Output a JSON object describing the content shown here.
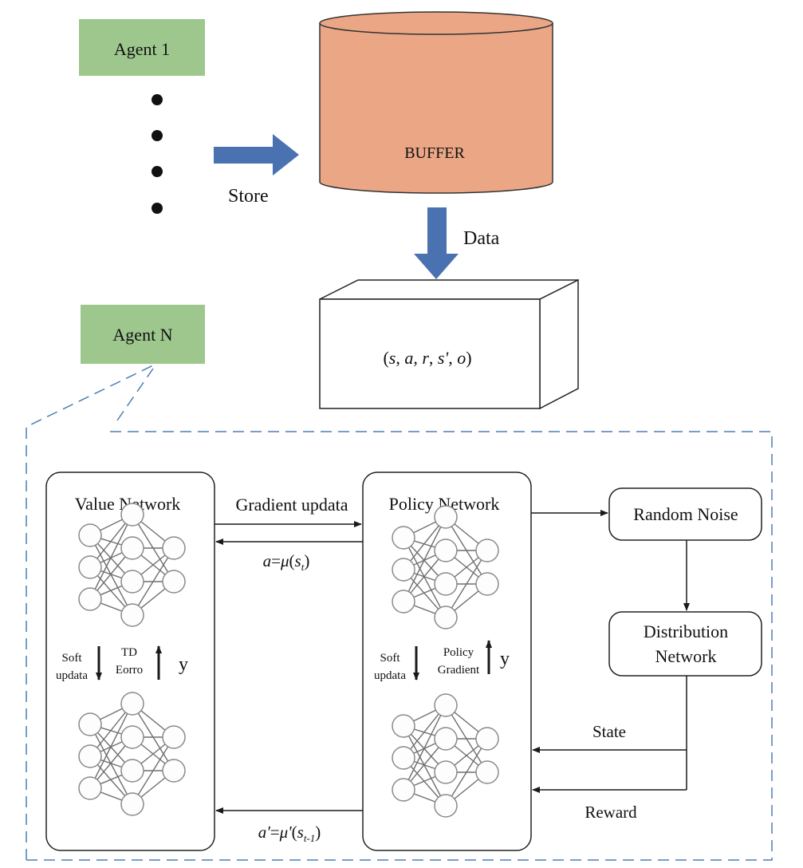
{
  "agents": {
    "first": "Agent 1",
    "last": "Agent N"
  },
  "store_label": "Store",
  "buffer_label": "BUFFER",
  "data_label": "Data",
  "tuple": {
    "open": "(",
    "s": "s",
    "c1": ", ",
    "a": "a",
    "c2": ", ",
    "r": "r",
    "c3": ", ",
    "sp": "s'",
    "c4": ", ",
    "o": "o",
    "close": ")"
  },
  "value_network": {
    "title": "Value Network"
  },
  "policy_network": {
    "title": "Policy Network"
  },
  "gradient_label": "Gradient updata",
  "action_label": {
    "a": "a",
    "eq": "=",
    "mu": "μ",
    "open": "(",
    "s": "s",
    "sub": "t",
    "close": ")"
  },
  "target_action_label": {
    "a": "a'",
    "eq": "=",
    "mu": "μ'",
    "open": "(",
    "s": "s",
    "sub": "t-1",
    "close": ")"
  },
  "value_side": {
    "soft1": "Soft",
    "soft2": "updata",
    "td1": "TD",
    "td2": "Eorro",
    "y": "y"
  },
  "policy_side": {
    "soft1": "Soft",
    "soft2": "updata",
    "pg1": "Policy",
    "pg2": "Gradient",
    "y": "y"
  },
  "random_noise": "Random Noise",
  "distribution": {
    "line1": "Distribution",
    "line2": "Network"
  },
  "state_label": "State",
  "reward_label": "Reward",
  "colors": {
    "agent_fill": "#9dc78d",
    "buffer_fill": "#eba785",
    "arrow_blue": "#4a72b0",
    "dash_blue": "#4a7fb5"
  }
}
